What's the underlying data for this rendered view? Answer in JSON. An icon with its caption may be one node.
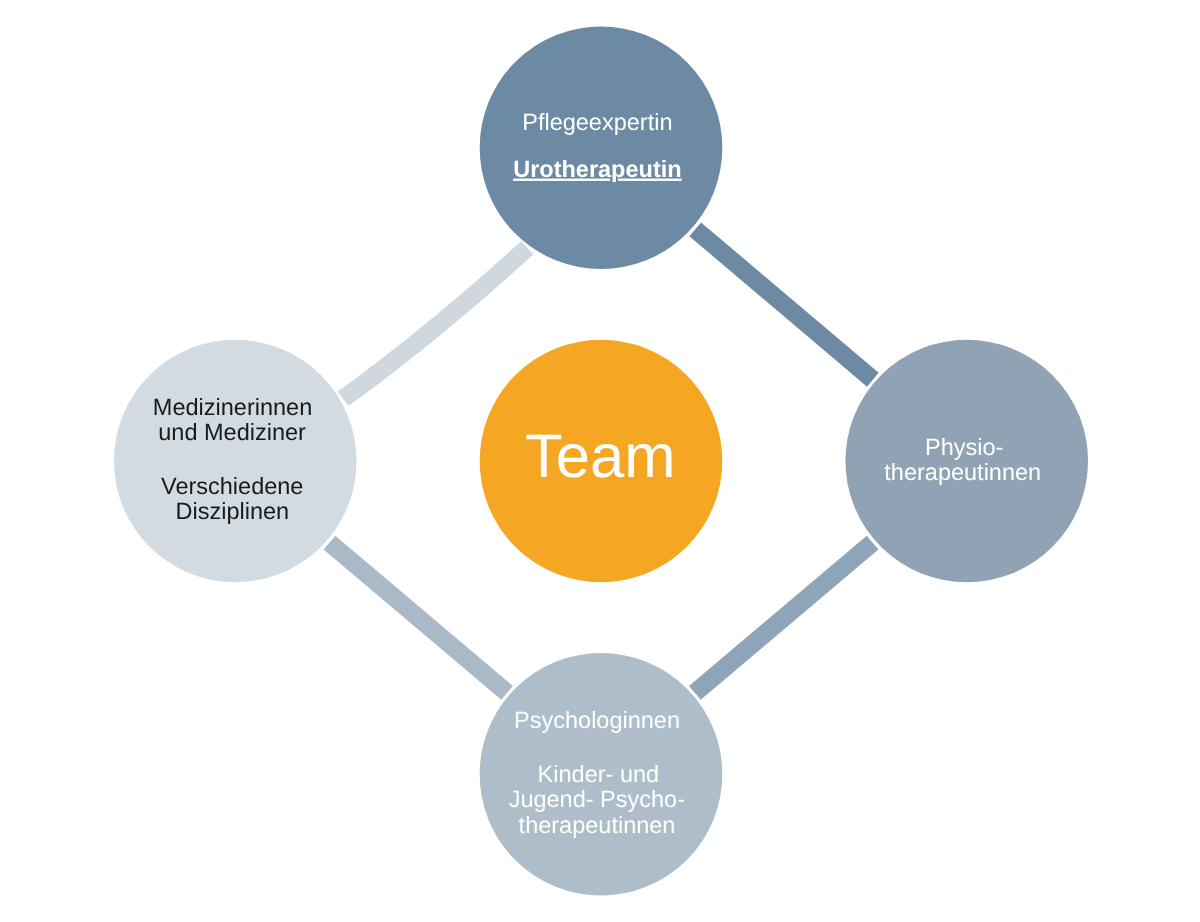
{
  "diagram": {
    "nodes": [
      {
        "text": [
          "Pflegeexpertin",
          "Urotherapeutin"
        ]
      },
      {
        "text": [
          "Medizinerinnen und Mediziner",
          "Verschiedene Disziplinen"
        ]
      },
      {
        "text": [
          "Team"
        ]
      },
      {
        "text": [
          "Physio- therapeutinnen"
        ]
      },
      {
        "text": [
          "Psychologinnen",
          "Kinder- und Jugend- Psycho- therapeutinnen"
        ]
      }
    ],
    "edges": [
      {
        "from": 0,
        "to": 3,
        "arrow": "none",
        "color": "#6e8aa3"
      },
      {
        "from": 3,
        "to": 4,
        "arrow": "none",
        "color": "#8ea4b8"
      },
      {
        "from": 4,
        "to": 1,
        "arrow": "none",
        "color": "#a9b9c7"
      },
      {
        "from": 1,
        "to": 0,
        "arrow": "none",
        "color": "#cfd8df"
      }
    ]
  }
}
